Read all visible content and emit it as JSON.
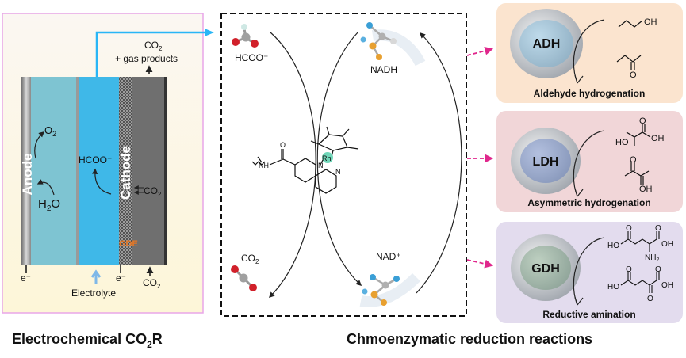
{
  "cell": {
    "anode_label": "Anode",
    "cathode_label": "Cathode",
    "gde_label": "GDE",
    "o2": "O",
    "o2_sub": "2",
    "h2o_h": "H",
    "h2o_sub": "2",
    "h2o_o": "O",
    "hcoo": "HCOO⁻",
    "co2_in": "CO",
    "co2_in_sub": "2",
    "electron_left": "e⁻",
    "electron_right": "e⁻",
    "electrolyte": "Electrolyte",
    "co2_bottom": "CO",
    "co2_bottom_sub": "2",
    "co2_top": "CO",
    "co2_top_sub": "2",
    "gas_products": "+ gas products"
  },
  "cycle": {
    "hcoo": "HCOO⁻",
    "nadh": "NADH",
    "co2": "CO",
    "co2_sub": "2",
    "nad": "NAD⁺",
    "rh": "Rh",
    "n1": "N",
    "n2": "N",
    "nh": "N",
    "h": "H",
    "o": "O"
  },
  "enzymes": [
    {
      "name": "ADH",
      "reaction": "Aldehyde hydrogenation",
      "bg": "#fbe4cf"
    },
    {
      "name": "LDH",
      "reaction": "Asymmetric hydrogenation",
      "bg": "#f1d6d8"
    },
    {
      "name": "GDH",
      "reaction": "Reductive amination",
      "bg": "#e3dcee"
    }
  ],
  "molecules": {
    "oh": "OH",
    "o": "O",
    "ho": "HO",
    "nh2": "NH",
    "nh2_sub": "2"
  },
  "captions": {
    "left_main": "Electrochemical CO",
    "left_sub": "2",
    "left_tail": "R",
    "right": "Chmoenzymatic reduction reactions"
  },
  "colors": {
    "cyan_arrow": "#29b6f6",
    "magenta_dash": "#e0268c",
    "gde_text": "#e87722"
  }
}
